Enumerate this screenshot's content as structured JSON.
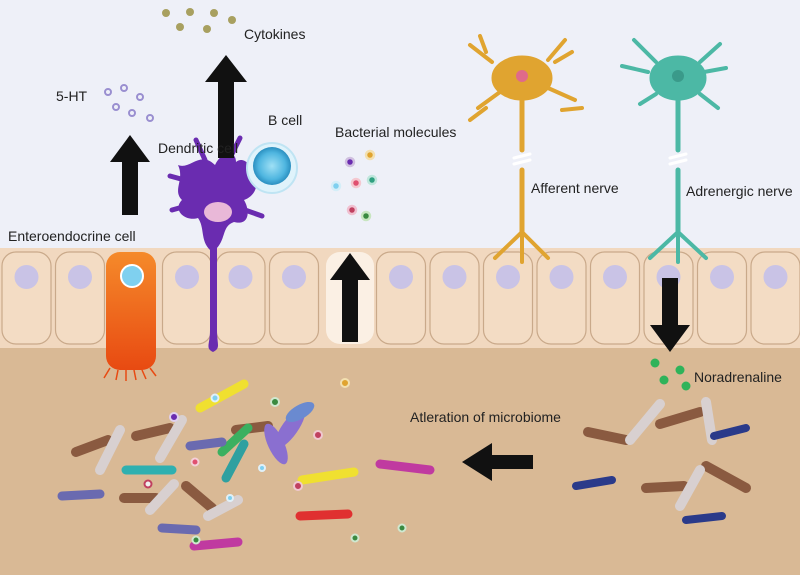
{
  "labels": {
    "cytokines": "Cytokines",
    "five_ht": "5-HT",
    "b_cell": "B cell",
    "dendritic_cell": "Dendritic cell",
    "bacterial_molecules": "Bacterial molecules",
    "afferent_nerve": "Afferent nerve",
    "adrenergic_nerve": "Adrenergic nerve",
    "enteroendocrine_cell": "Enteroendocrine cell",
    "noradrenaline": "Noradrenaline",
    "alteration_of_microbiome": "Atleration of microbiome"
  },
  "colors": {
    "lumen": "#eef0f8",
    "epithelium": "#f1d6bd",
    "epithelium_border": "#c9a98a",
    "nucleus": "#c9c3e6",
    "lamina_propria": "#d7b896",
    "arrow": "#111111",
    "enteroendocrine": "#f26b1d",
    "dendritic": "#6a2cb0",
    "b_cell": "#5fc1e6",
    "afferent_nerve": "#e0a430",
    "adrenergic_nerve": "#4cb8a5",
    "noradrenaline": "#2fb35a"
  }
}
